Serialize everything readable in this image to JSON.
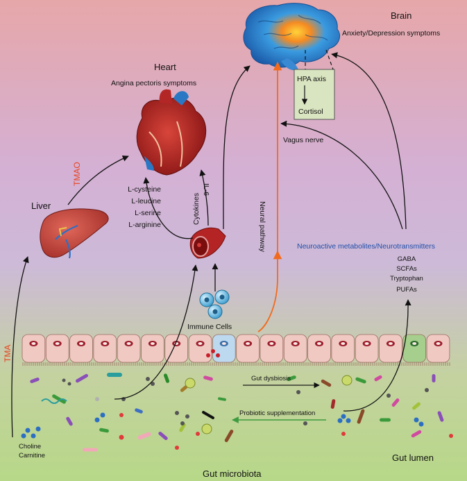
{
  "brain": {
    "title": "Brain",
    "symptoms": "Anxiety/Depression symptoms"
  },
  "hpa": {
    "axis": "HPA axis",
    "cortisol": "Cortisol"
  },
  "heart": {
    "title": "Heart",
    "symptoms": "Angina pectoris symptoms"
  },
  "liver": {
    "title": "Liver"
  },
  "tmao": "TMAO",
  "tma": "TMA",
  "amino_acids": [
    "L-cysteine",
    "L-leucine",
    "L-serine",
    "L-arginine"
  ],
  "cytokines": {
    "label": "Cytokines",
    "il6": "IL-6"
  },
  "vagus": "Vagus nerve",
  "neural": "Neural pathway",
  "neuroactive": {
    "title": "Neuroactive metabolites/Neurotransmitters",
    "items": [
      "GABA",
      "SCFAs",
      "Tryptophan",
      "PUFAs"
    ]
  },
  "immune": "Immune Cells",
  "gut_dysbiosis": "Gut dysbiosis",
  "probiotic": "Probiotic supplementation",
  "choline": "Choline",
  "carnitine": "Carnitine",
  "gut_lumen": "Gut lumen",
  "gut_microbiota": "Gut  microbiota",
  "colors": {
    "bg_top": "#e6a7a9",
    "bg_mid": "#d1b6e3",
    "bg_bottom": "#b9d98a",
    "tmao_red": "#e8431e",
    "neural_orange": "#f26a1c",
    "neuro_blue": "#1e4ea8",
    "gut_dysbiosis_arrow": "#1b1b1b",
    "probiotic_green": "#3f9b3f"
  }
}
